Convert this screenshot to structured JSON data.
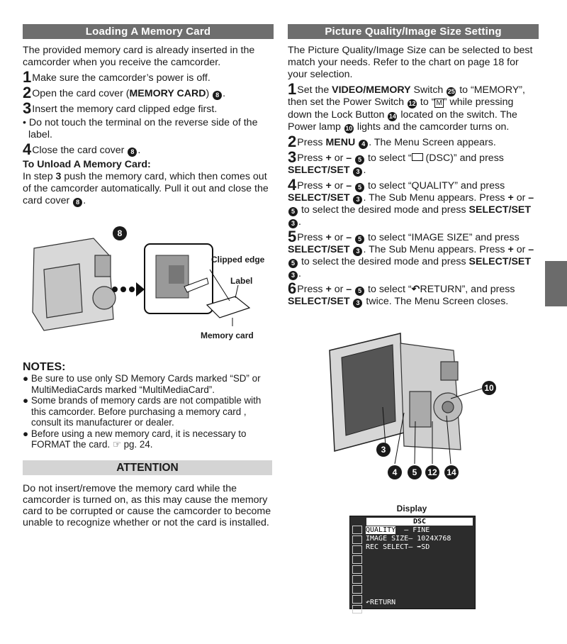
{
  "left": {
    "header": "Loading A Memory Card",
    "intro": "The provided memory card is already inserted in the camcorder when you receive the camcorder.",
    "step1_num": "1",
    "step1": "Make sure the camcorder’s power is off.",
    "step2_num": "2",
    "step2_pre": "Open the card cover (",
    "step2_bold": "MEMORY CARD",
    "step2_post": ")",
    "step3_num": "3",
    "step3": "Insert the memory card clipped edge first.",
    "step3_bullet": "• Do not touch the terminal on the reverse side of the label.",
    "step4_num": "4",
    "step4": "Close the card cover",
    "unload_title": "To Unload A Memory Card:",
    "unload_pre": "In step ",
    "unload_bold": "3",
    "unload_post": " push the memory card, which then comes out of the camcorder automatically. Pull it out and close the card cover",
    "fig_clipped": "Clipped edge",
    "fig_label": "Label",
    "fig_memcard": "Memory card",
    "circ8": "8"
  },
  "notes": {
    "title": "NOTES:",
    "n1": "Be sure to use only SD Memory Cards marked “SD” or MultiMediaCards marked “MultiMediaCard”.",
    "n2": "Some brands of memory cards are not compatible with this camcorder. Before purchasing a memory card , consult its manufacturer or dealer.",
    "n3": "Before using a new memory card, it is necessary to FORMAT the card. ☞ pg. 24.",
    "attention": "ATTENTION",
    "attention_text": "Do not insert/remove the memory card while the camcorder is turned on, as this may cause the memory card to be corrupted or cause the camcorder to become unable to recognize whether or not the card is installed."
  },
  "right": {
    "header": "Picture Quality/Image Size Setting",
    "intro": "The Picture Quality/Image Size can be selected to best match your needs. Refer to the chart on page 18 for your selection.",
    "s1_num": "1",
    "s1_a": "Set the ",
    "s1_b": "VIDEO/MEMORY",
    "s1_c": " Switch",
    "s1_d": " to “MEMORY”, then set the Power Switch",
    "s1_e": " to “",
    "s1_m": "M",
    "s1_f": "” while pressing down the Lock Button",
    "s1_g": " located on the switch. The Power lamp",
    "s1_h": " lights and the camcorder turns on.",
    "s2_num": "2",
    "s2_a": "Press ",
    "s2_b": "MENU",
    "s2_c": ". The Menu Screen appears.",
    "s3_num": "3",
    "s3_a": "Press ",
    "s3_b": "+",
    "s3_c": " or ",
    "s3_d": "–",
    "s3_e": " to select “",
    "s3_f": " (DSC)” and press ",
    "s3_g": "SELECT/SET",
    "s4_num": "4",
    "s4_a": "Press ",
    "s4_b": "+",
    "s4_c": " or ",
    "s4_d": "–",
    "s4_e": " to select “QUALITY” and press ",
    "s4_f": "SELECT/SET",
    "s4_g": ". The Sub Menu appears. Press ",
    "s4_h": "+",
    "s4_i": " or ",
    "s4_j": "–",
    "s4_k": " to select the desired mode and press ",
    "s4_l": "SELECT/SET",
    "s5_num": "5",
    "s5_a": "Press ",
    "s5_b": "+",
    "s5_c": " or ",
    "s5_d": "–",
    "s5_e": " to select “IMAGE SIZE” and press ",
    "s5_f": "SELECT/SET",
    "s5_g": ". The Sub Menu appears. Press ",
    "s5_h": "+",
    "s5_i": " or ",
    "s5_j": "–",
    "s5_k": " to select the desired mode and press ",
    "s5_l": "SELECT/SET",
    "s6_num": "6",
    "s6_a": "Press ",
    "s6_b": "+",
    "s6_c": " or ",
    "s6_d": "–",
    "s6_e": "  to select “",
    "s6_f": "RETURN”, and press ",
    "s6_g": "SELECT/SET",
    "s6_h": " twice. The Menu Screen closes.",
    "c25": "25",
    "c12": "12",
    "c14": "14",
    "c10": "10",
    "c4": "4",
    "c5": "5",
    "c3": "3"
  },
  "display": {
    "title": "Display",
    "header": "DSC",
    "row1_key": "QUALITY",
    "row1_val": "  – FINE",
    "row2": "IMAGE SIZE– 1024X768",
    "row3": "REC SELECT– ➡SD",
    "return": "↶RETURN"
  },
  "figure2": {
    "c10": "10",
    "c3": "3",
    "c4": "4",
    "c5": "5",
    "c12": "12",
    "c14": "14"
  }
}
